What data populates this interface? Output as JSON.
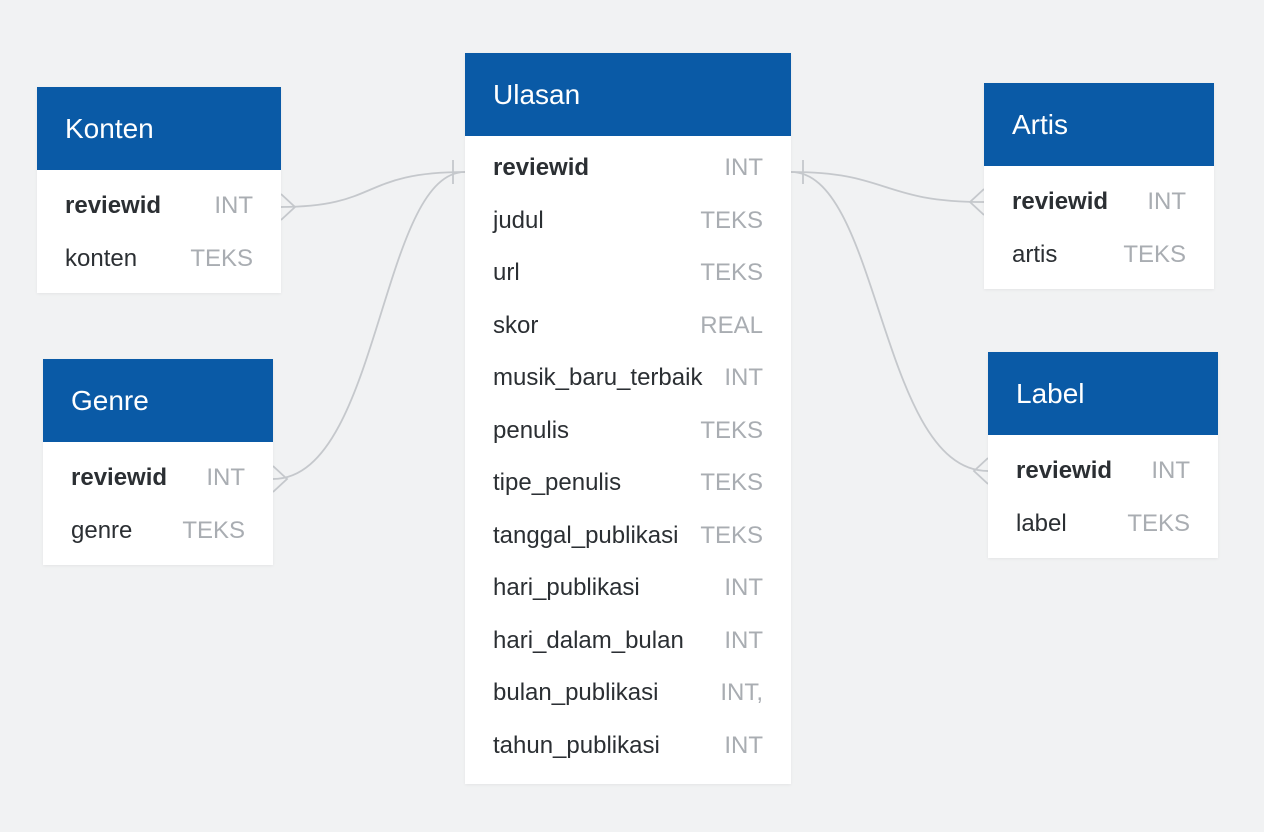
{
  "diagram": {
    "tables": [
      {
        "id": "konten",
        "name": "Konten",
        "columns": [
          {
            "name": "reviewid",
            "type": "INT",
            "key": true
          },
          {
            "name": "konten",
            "type": "TEKS",
            "key": false
          }
        ]
      },
      {
        "id": "genre",
        "name": "Genre",
        "columns": [
          {
            "name": "reviewid",
            "type": "INT",
            "key": true
          },
          {
            "name": "genre",
            "type": "TEKS",
            "key": false
          }
        ]
      },
      {
        "id": "ulasan",
        "name": "Ulasan",
        "columns": [
          {
            "name": "reviewid",
            "type": "INT",
            "key": true
          },
          {
            "name": "judul",
            "type": "TEKS",
            "key": false
          },
          {
            "name": "url",
            "type": "TEKS",
            "key": false
          },
          {
            "name": "skor",
            "type": "REAL",
            "key": false
          },
          {
            "name": "musik_baru_terbaik",
            "type": "INT",
            "key": false
          },
          {
            "name": "penulis",
            "type": "TEKS",
            "key": false
          },
          {
            "name": "tipe_penulis",
            "type": "TEKS",
            "key": false
          },
          {
            "name": "tanggal_publikasi",
            "type": "TEKS",
            "key": false
          },
          {
            "name": "hari_publikasi",
            "type": "INT",
            "key": false
          },
          {
            "name": "hari_dalam_bulan",
            "type": "INT",
            "key": false
          },
          {
            "name": "bulan_publikasi",
            "type": "INT,",
            "key": false
          },
          {
            "name": "tahun_publikasi",
            "type": "INT",
            "key": false
          }
        ]
      },
      {
        "id": "artis",
        "name": "Artis",
        "columns": [
          {
            "name": "reviewid",
            "type": "INT",
            "key": true
          },
          {
            "name": "artis",
            "type": "TEKS",
            "key": false
          }
        ]
      },
      {
        "id": "label",
        "name": "Label",
        "columns": [
          {
            "name": "reviewid",
            "type": "INT",
            "key": true
          },
          {
            "name": "label",
            "type": "TEKS",
            "key": false
          }
        ]
      }
    ],
    "relationships": [
      {
        "from": "ulasan.reviewid",
        "to": "konten.reviewid",
        "cardinality": "one-to-many"
      },
      {
        "from": "ulasan.reviewid",
        "to": "genre.reviewid",
        "cardinality": "one-to-many"
      },
      {
        "from": "ulasan.reviewid",
        "to": "artis.reviewid",
        "cardinality": "one-to-many"
      },
      {
        "from": "ulasan.reviewid",
        "to": "label.reviewid",
        "cardinality": "one-to-many"
      }
    ],
    "colors": {
      "header_background": "#0a5aa6",
      "header_text": "#ffffff",
      "canvas_background": "#f1f2f3",
      "connector": "#c5c8cc",
      "type_text": "#a9adb2",
      "column_text": "#2b2f33"
    }
  }
}
